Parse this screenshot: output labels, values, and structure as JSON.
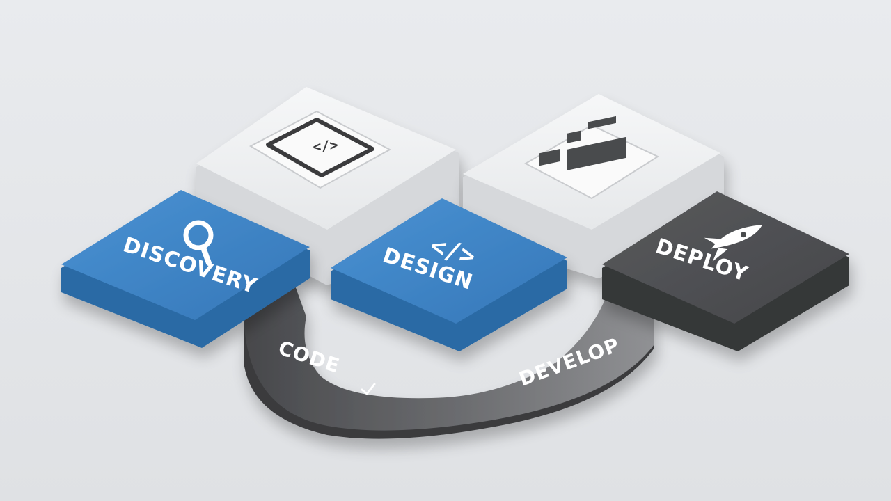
{
  "stages": {
    "discovery": {
      "label": "DISCOVERY",
      "icon": "magnifier-icon",
      "color": "#3b82c4"
    },
    "design": {
      "label": "DESIGN",
      "icon": "code-brackets-icon",
      "color": "#3b82c4"
    },
    "deploy": {
      "label": "DEPLOY",
      "icon": "rocket-icon",
      "color": "#4a4b4e"
    },
    "code": {
      "label": "CODE",
      "icon": "checkmark-icon"
    },
    "develop": {
      "label": "DEVELOP"
    }
  },
  "platforms": {
    "left": {
      "icon": "code-window-icon",
      "color": "#eeeff1"
    },
    "right": {
      "icon": "layout-wireframe-icon",
      "color": "#eeeff1"
    }
  },
  "track": {
    "color_dark": "#4b4c4f",
    "color_mid": "#808184"
  }
}
